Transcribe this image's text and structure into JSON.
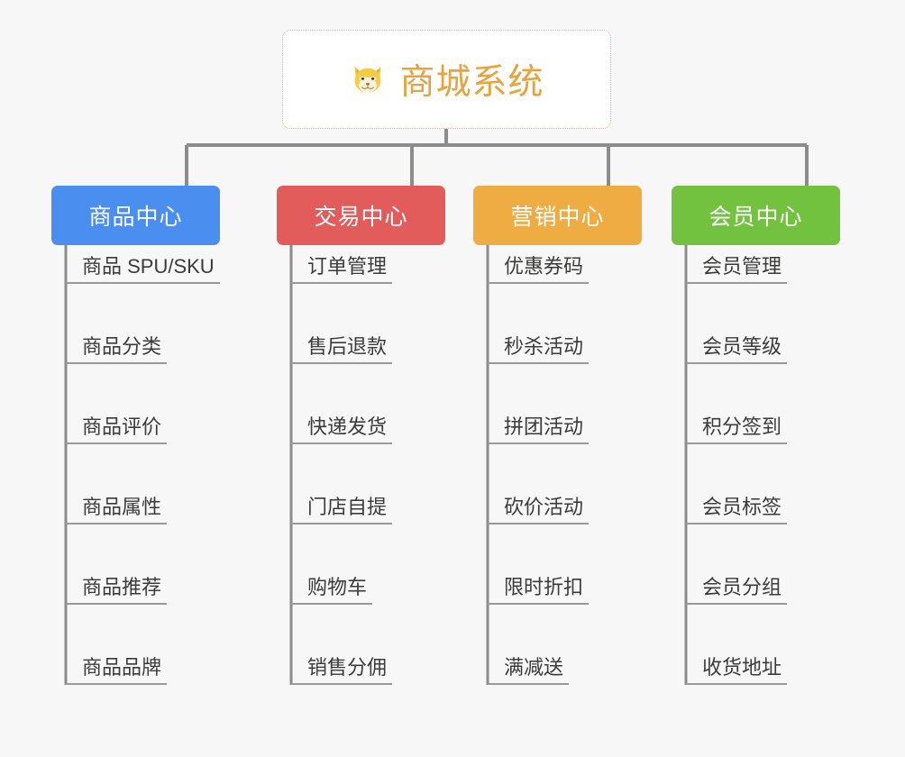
{
  "diagram": {
    "type": "org-chart",
    "background_color": "#f7f7f7",
    "connector_color": "#8c8c8c",
    "leaf_rule_color": "#9a9a9a",
    "leaf_text_color": "#3b3b3b"
  },
  "root": {
    "title": "商城系统",
    "icon": "shiba-dog-emoji",
    "text_color": "#e8a33d",
    "border_color": "#edb45a",
    "background_color": "#ffffff"
  },
  "columns": [
    {
      "id": "product-center",
      "label": "商品中心",
      "color": "#4a8ef0",
      "items": [
        "商品 SPU/SKU",
        "商品分类",
        "商品评价",
        "商品属性",
        "商品推荐",
        "商品品牌"
      ]
    },
    {
      "id": "trade-center",
      "label": "交易中心",
      "color": "#e35c5c",
      "items": [
        "订单管理",
        "售后退款",
        "快递发货",
        "门店自提",
        "购物车",
        "销售分佣"
      ]
    },
    {
      "id": "marketing-center",
      "label": "营销中心",
      "color": "#eeac43",
      "items": [
        "优惠券码",
        "秒杀活动",
        "拼团活动",
        "砍价活动",
        "限时折扣",
        "满减送"
      ]
    },
    {
      "id": "member-center",
      "label": "会员中心",
      "color": "#73c23f",
      "items": [
        "会员管理",
        "会员等级",
        "积分签到",
        "会员标签",
        "会员分组",
        "收货地址"
      ]
    }
  ]
}
